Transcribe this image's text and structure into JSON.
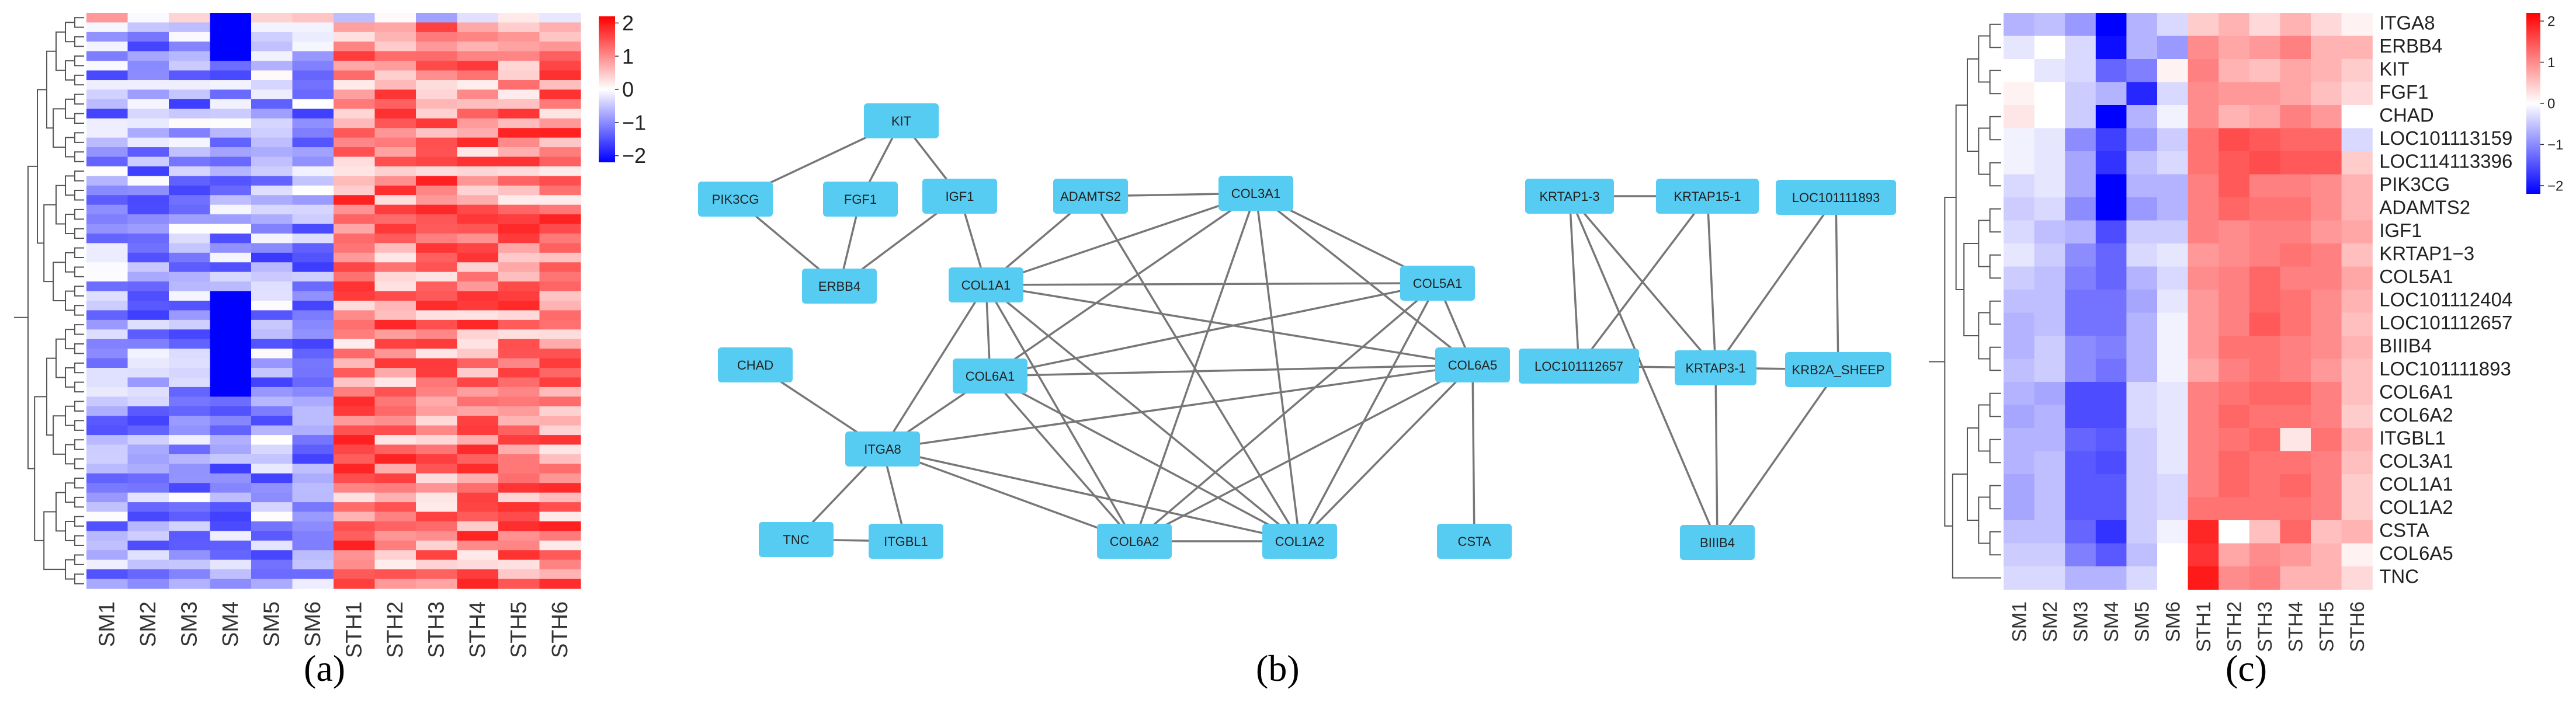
{
  "colors": {
    "low": "#0000FF",
    "mid": "#FFFFFF",
    "high": "#FF0000",
    "node_fill": "#56CCF2",
    "edge": "#777777",
    "dendrogram": "#555555"
  },
  "captions": {
    "a": "(a)",
    "b": "(b)",
    "c": "(c)"
  },
  "chart_data": [
    {
      "type": "heatmap",
      "panel": "a",
      "columns": [
        "SM1",
        "SM2",
        "SM3",
        "SM4",
        "SM5",
        "SM6",
        "STH1",
        "STH2",
        "STH3",
        "STH4",
        "STH5",
        "STH6"
      ],
      "row_count": 60,
      "legend_ticks": [
        "2",
        "1",
        "0",
        "−1",
        "−2"
      ],
      "legend_range": [
        -2.2,
        2.2
      ],
      "legend_position": "right",
      "group_means": {
        "SM": -0.75,
        "STH": 0.95
      },
      "dendrogram": "left"
    },
    {
      "type": "network",
      "panel": "b",
      "nodes": [
        {
          "id": "KIT"
        },
        {
          "id": "PIK3CG"
        },
        {
          "id": "FGF1"
        },
        {
          "id": "IGF1"
        },
        {
          "id": "ERBB4"
        },
        {
          "id": "CHAD"
        },
        {
          "id": "ITGA8"
        },
        {
          "id": "TNC"
        },
        {
          "id": "ITGBL1"
        },
        {
          "id": "ADAMTS2"
        },
        {
          "id": "COL3A1"
        },
        {
          "id": "COL1A1"
        },
        {
          "id": "COL6A1"
        },
        {
          "id": "COL5A1"
        },
        {
          "id": "COL6A5"
        },
        {
          "id": "COL6A2"
        },
        {
          "id": "COL1A2"
        },
        {
          "id": "CSTA"
        },
        {
          "id": "KRTAP1-3"
        },
        {
          "id": "KRTAP15-1"
        },
        {
          "id": "LOC101111893"
        },
        {
          "id": "LOC101112657"
        },
        {
          "id": "KRTAP3-1"
        },
        {
          "id": "KRB2A_SHEEP"
        },
        {
          "id": "BIIIB4"
        }
      ],
      "edges": [
        [
          "KIT",
          "PIK3CG"
        ],
        [
          "KIT",
          "FGF1"
        ],
        [
          "KIT",
          "IGF1"
        ],
        [
          "FGF1",
          "ERBB4"
        ],
        [
          "IGF1",
          "ERBB4"
        ],
        [
          "PIK3CG",
          "ERBB4"
        ],
        [
          "IGF1",
          "COL1A1"
        ],
        [
          "CHAD",
          "ITGA8"
        ],
        [
          "ITGA8",
          "TNC"
        ],
        [
          "ITGA8",
          "ITGBL1"
        ],
        [
          "TNC",
          "ITGBL1"
        ],
        [
          "ITGA8",
          "COL1A1"
        ],
        [
          "ITGA8",
          "COL6A1"
        ],
        [
          "ITGA8",
          "COL6A2"
        ],
        [
          "ITGA8",
          "COL1A2"
        ],
        [
          "ITGA8",
          "COL6A5"
        ],
        [
          "ADAMTS2",
          "COL3A1"
        ],
        [
          "ADAMTS2",
          "COL1A1"
        ],
        [
          "ADAMTS2",
          "COL1A2"
        ],
        [
          "COL3A1",
          "COL1A1"
        ],
        [
          "COL3A1",
          "COL6A1"
        ],
        [
          "COL3A1",
          "COL5A1"
        ],
        [
          "COL3A1",
          "COL6A5"
        ],
        [
          "COL3A1",
          "COL6A2"
        ],
        [
          "COL3A1",
          "COL1A2"
        ],
        [
          "COL1A1",
          "COL6A1"
        ],
        [
          "COL1A1",
          "COL5A1"
        ],
        [
          "COL1A1",
          "COL6A5"
        ],
        [
          "COL1A1",
          "COL6A2"
        ],
        [
          "COL1A1",
          "COL1A2"
        ],
        [
          "COL6A1",
          "COL5A1"
        ],
        [
          "COL6A1",
          "COL6A5"
        ],
        [
          "COL6A1",
          "COL6A2"
        ],
        [
          "COL6A1",
          "COL1A2"
        ],
        [
          "COL5A1",
          "COL6A5"
        ],
        [
          "COL5A1",
          "COL6A2"
        ],
        [
          "COL5A1",
          "COL1A2"
        ],
        [
          "COL6A5",
          "COL6A2"
        ],
        [
          "COL6A5",
          "COL1A2"
        ],
        [
          "COL6A2",
          "COL1A2"
        ],
        [
          "COL6A5",
          "CSTA"
        ],
        [
          "KRTAP1-3",
          "KRTAP15-1"
        ],
        [
          "KRTAP1-3",
          "LOC101112657"
        ],
        [
          "KRTAP1-3",
          "KRTAP3-1"
        ],
        [
          "KRTAP1-3",
          "BIIIB4"
        ],
        [
          "KRTAP15-1",
          "LOC101112657"
        ],
        [
          "KRTAP15-1",
          "KRTAP3-1"
        ],
        [
          "LOC101111893",
          "KRTAP3-1"
        ],
        [
          "LOC101111893",
          "KRB2A_SHEEP"
        ],
        [
          "LOC101112657",
          "KRTAP3-1"
        ],
        [
          "KRTAP3-1",
          "KRB2A_SHEEP"
        ],
        [
          "KRTAP3-1",
          "BIIIB4"
        ],
        [
          "KRB2A_SHEEP",
          "BIIIB4"
        ]
      ]
    },
    {
      "type": "heatmap",
      "panel": "c",
      "columns": [
        "SM1",
        "SM2",
        "SM3",
        "SM4",
        "SM5",
        "SM6",
        "STH1",
        "STH2",
        "STH3",
        "STH4",
        "STH5",
        "STH6"
      ],
      "rows": [
        "ITGA8",
        "ERBB4",
        "KIT",
        "FGF1",
        "CHAD",
        "LOC101113159",
        "LOC114113396",
        "PIK3CG",
        "ADAMTS2",
        "IGF1",
        "KRTAP1−3",
        "COL5A1",
        "LOC101112404",
        "LOC101112657",
        "BIIIB4",
        "LOC101111893",
        "COL6A1",
        "COL6A2",
        "ITGBL1",
        "COL3A1",
        "COL1A1",
        "COL1A2",
        "CSTA",
        "COL6A5",
        "TNC"
      ],
      "values": [
        [
          -0.6,
          -0.5,
          -0.8,
          -2.0,
          -0.6,
          -0.3,
          0.4,
          0.6,
          0.3,
          0.6,
          0.3,
          0.1
        ],
        [
          -0.2,
          0.0,
          -0.3,
          -1.9,
          -0.6,
          -0.8,
          0.9,
          0.7,
          0.8,
          1.0,
          0.6,
          0.6
        ],
        [
          0.0,
          -0.2,
          -0.3,
          -1.2,
          -1.0,
          0.1,
          1.0,
          0.6,
          0.5,
          0.7,
          0.6,
          0.4
        ],
        [
          0.1,
          0.0,
          -0.4,
          -0.6,
          -1.7,
          -0.3,
          0.9,
          0.8,
          0.8,
          0.7,
          0.5,
          0.3
        ],
        [
          0.2,
          0.0,
          -0.4,
          -2.0,
          -0.6,
          -0.1,
          0.9,
          0.6,
          0.7,
          1.0,
          0.8,
          0.0
        ],
        [
          -0.1,
          -0.2,
          -0.9,
          -1.5,
          -0.8,
          -0.4,
          1.1,
          1.4,
          1.3,
          1.2,
          1.2,
          -0.3
        ],
        [
          -0.1,
          -0.2,
          -0.7,
          -1.6,
          -0.5,
          -0.3,
          1.1,
          1.3,
          1.4,
          1.3,
          1.3,
          0.4
        ],
        [
          -0.3,
          -0.2,
          -0.7,
          -2.0,
          -0.6,
          -0.6,
          1.0,
          1.3,
          1.0,
          1.0,
          0.9,
          0.6
        ],
        [
          -0.4,
          -0.3,
          -0.9,
          -2.0,
          -0.8,
          -0.6,
          1.0,
          1.2,
          1.1,
          1.1,
          0.9,
          0.6
        ],
        [
          -0.3,
          -0.5,
          -0.6,
          -1.4,
          -0.4,
          -0.4,
          1.0,
          0.9,
          1.0,
          1.0,
          0.8,
          0.7
        ],
        [
          -0.2,
          -0.4,
          -0.9,
          -1.2,
          -0.3,
          -0.2,
          0.8,
          0.9,
          1.0,
          1.1,
          1.0,
          0.5
        ],
        [
          -0.4,
          -0.5,
          -1.0,
          -1.2,
          -0.6,
          -0.3,
          0.9,
          1.0,
          1.2,
          1.0,
          1.0,
          0.7
        ],
        [
          -0.5,
          -0.5,
          -1.1,
          -1.1,
          -0.7,
          -0.2,
          0.8,
          1.0,
          1.2,
          1.1,
          0.9,
          0.6
        ],
        [
          -0.6,
          -0.5,
          -1.1,
          -1.1,
          -0.6,
          -0.1,
          0.8,
          1.0,
          1.3,
          1.1,
          0.9,
          0.5
        ],
        [
          -0.6,
          -0.4,
          -0.9,
          -1.0,
          -0.6,
          -0.1,
          0.8,
          1.1,
          1.1,
          1.0,
          0.9,
          0.6
        ],
        [
          -0.5,
          -0.4,
          -0.9,
          -1.1,
          -0.6,
          -0.1,
          0.7,
          1.0,
          1.1,
          1.0,
          0.8,
          0.5
        ],
        [
          -0.6,
          -0.7,
          -1.4,
          -1.4,
          -0.3,
          -0.2,
          1.0,
          1.1,
          1.2,
          1.2,
          1.0,
          0.5
        ],
        [
          -0.7,
          -0.6,
          -1.4,
          -1.4,
          -0.3,
          -0.2,
          1.0,
          1.2,
          1.1,
          1.1,
          1.0,
          0.4
        ],
        [
          -0.6,
          -0.6,
          -1.2,
          -1.3,
          -0.4,
          -0.2,
          1.0,
          1.1,
          1.2,
          0.2,
          1.1,
          0.6
        ],
        [
          -0.6,
          -0.5,
          -1.3,
          -1.4,
          -0.4,
          -0.2,
          1.0,
          1.2,
          1.1,
          1.1,
          1.0,
          0.5
        ],
        [
          -0.7,
          -0.5,
          -1.3,
          -1.3,
          -0.4,
          -0.3,
          1.0,
          1.2,
          1.1,
          1.2,
          1.0,
          0.4
        ],
        [
          -0.7,
          -0.5,
          -1.3,
          -1.3,
          -0.4,
          -0.3,
          1.1,
          1.1,
          1.1,
          1.1,
          1.0,
          0.4
        ],
        [
          -0.5,
          -0.5,
          -1.2,
          -1.6,
          -0.4,
          -0.1,
          1.7,
          0.0,
          0.5,
          1.2,
          0.5,
          0.6
        ],
        [
          -0.4,
          -0.4,
          -1.0,
          -1.3,
          -0.5,
          0.0,
          1.6,
          0.7,
          0.9,
          0.8,
          0.6,
          0.1
        ],
        [
          -0.3,
          -0.3,
          -0.6,
          -0.6,
          -0.3,
          0.0,
          1.8,
          0.9,
          1.0,
          0.6,
          0.6,
          0.3
        ]
      ],
      "legend_ticks": [
        "2",
        "1",
        "0",
        "−1",
        "−2"
      ],
      "legend_range": [
        -2.2,
        2.2
      ],
      "legend_position": "right",
      "dendrogram": "left"
    }
  ]
}
